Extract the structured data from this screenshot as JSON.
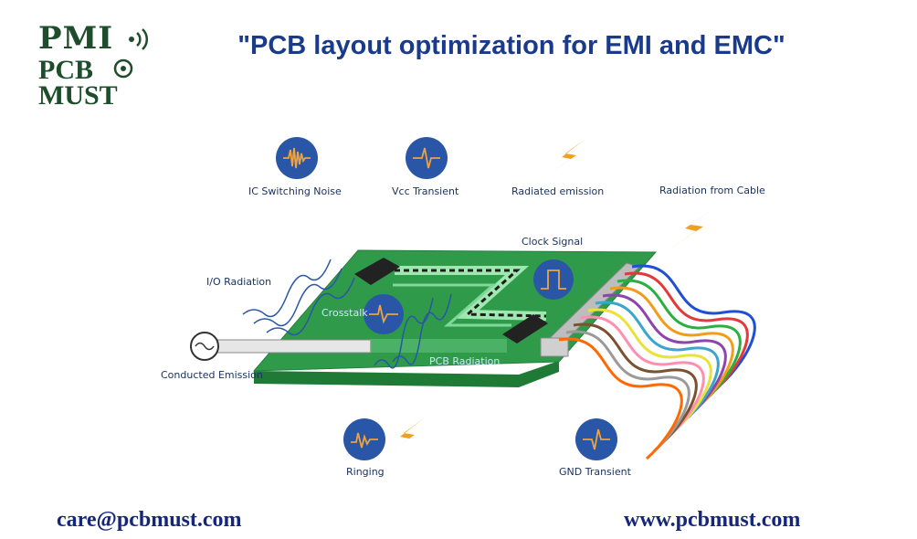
{
  "logo": {
    "line1": "PMI",
    "line2": "PCB",
    "line3": "MUST"
  },
  "title": "\"PCB layout optimization for EMI and EMC\"",
  "labels": {
    "ic_switching_noise": "IC Switching Noise",
    "vcc_transient": "Vcc Transient",
    "radiated_emission": "Radiated emission",
    "radiation_from_cable": "Radiation from Cable",
    "clock_signal": "Clock Signal",
    "io_radiation": "I/O Radiation",
    "crosstalk": "Crosstalk",
    "pcb_radiation": "PCB Radiation",
    "conducted_emission": "Conducted Emission",
    "ringing": "Ringing",
    "gnd_transient": "GND Transient"
  },
  "footer": {
    "email": "care@pcbmust.com",
    "website": "www.pcbmust.com"
  },
  "colors": {
    "title": "#1a3a8c",
    "board": "#2f9a4a",
    "icon_circle": "#2a56a8",
    "bolt": "#f0a020",
    "logo": "#1e4d2b"
  },
  "cable_colors": [
    "#1f4fd6",
    "#e23a3a",
    "#2bb040",
    "#f39c1c",
    "#8e44ad",
    "#3aa6c9",
    "#e8e23a",
    "#ff8fb0",
    "#7a5230",
    "#9a9a9a",
    "#ff6a00"
  ]
}
